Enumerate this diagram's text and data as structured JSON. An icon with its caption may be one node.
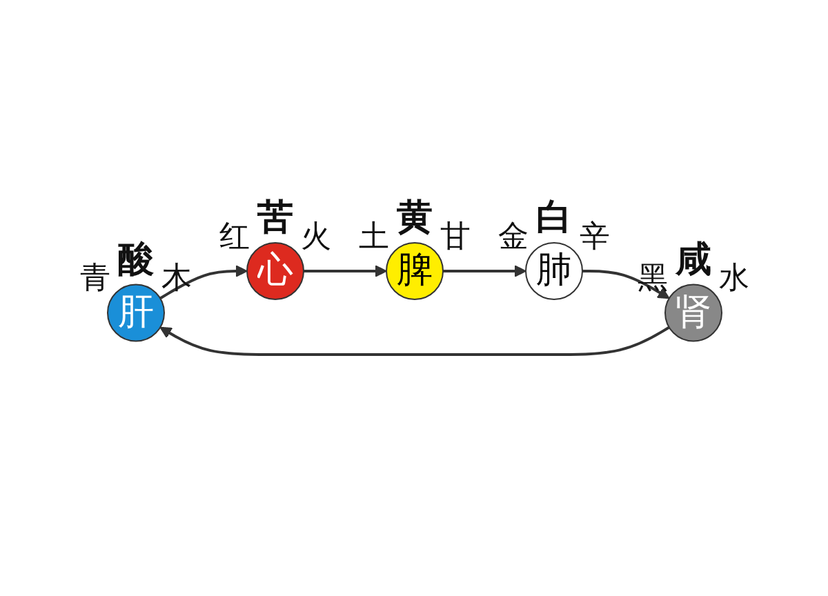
{
  "diagram": {
    "nodes": [
      {
        "text": [
          "肝"
        ],
        "beside": [
          "青",
          "酸",
          "木"
        ]
      },
      {
        "text": [
          "心"
        ],
        "beside": [
          "红",
          "苦",
          "火"
        ]
      },
      {
        "text": [
          "脾"
        ],
        "beside": [
          "土",
          "黄",
          "甘"
        ]
      },
      {
        "text": [
          "肺"
        ],
        "beside": [
          "金",
          "白",
          "辛"
        ]
      },
      {
        "text": [
          "肾"
        ],
        "beside": [
          "黑",
          "咸",
          "水"
        ]
      }
    ],
    "edges": [
      {
        "from": 4,
        "to": 0,
        "arrow": "to"
      },
      {
        "from": 0,
        "to": 1,
        "arrow": "to"
      },
      {
        "from": 1,
        "to": 2,
        "arrow": "to"
      },
      {
        "from": 2,
        "to": 3,
        "arrow": "to"
      },
      {
        "from": 3,
        "to": 4,
        "arrow": "to"
      }
    ]
  }
}
